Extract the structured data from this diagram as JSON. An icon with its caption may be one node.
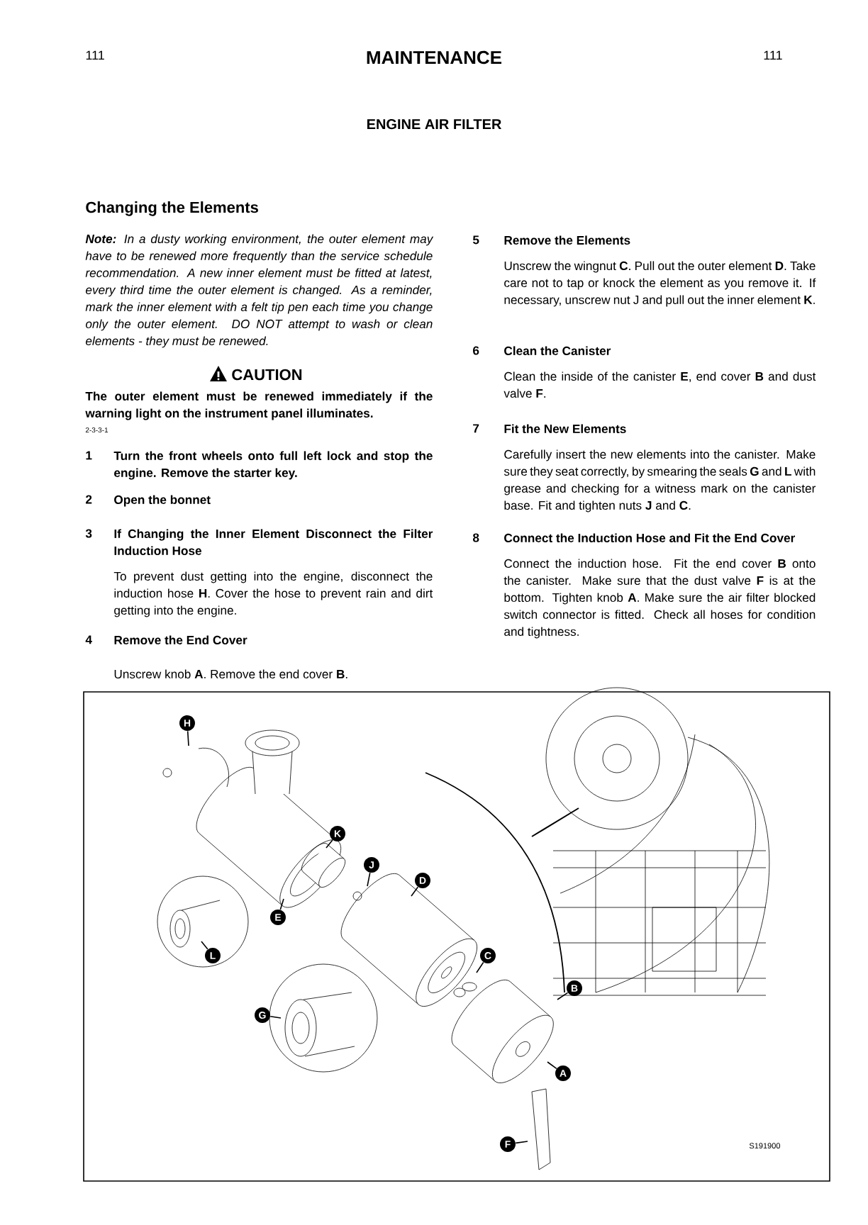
{
  "diagram": {
    "title": "MAINTENANCE",
    "nodes": [
      {
        "text": [
          "H"
        ]
      },
      {
        "text": [
          "K"
        ]
      },
      {
        "text": [
          "J"
        ]
      },
      {
        "text": [
          "D"
        ]
      },
      {
        "text": [
          "E"
        ]
      },
      {
        "text": [
          "L"
        ]
      },
      {
        "text": [
          "C"
        ]
      },
      {
        "text": [
          "B"
        ]
      },
      {
        "text": [
          "G"
        ]
      },
      {
        "text": [
          "A"
        ]
      },
      {
        "text": [
          "F"
        ]
      }
    ],
    "edges": [
      {
        "from": 0,
        "to": null,
        "arrow": "none"
      },
      {
        "from": 1,
        "to": null,
        "arrow": "none"
      },
      {
        "from": 2,
        "to": null,
        "arrow": "none"
      },
      {
        "from": 3,
        "to": null,
        "arrow": "none"
      },
      {
        "from": 4,
        "to": null,
        "arrow": "none"
      },
      {
        "from": 5,
        "to": null,
        "arrow": "none"
      },
      {
        "from": 6,
        "to": null,
        "arrow": "none"
      },
      {
        "from": 7,
        "to": null,
        "arrow": "none"
      },
      {
        "from": 8,
        "to": null,
        "arrow": "none"
      },
      {
        "from": 9,
        "to": null,
        "arrow": "none"
      },
      {
        "from": 10,
        "to": null,
        "arrow": "none"
      }
    ],
    "labels": [
      "111",
      "111",
      "ENGINE AIR FILTER",
      "Changing the Elements",
      "**Note:** In a dusty working environment, the outer element may have to be renewed more frequently than the service schedule recommendation. A new inner element must be fitted at latest, every third time the outer element is changed. As a reminder, mark the inner element with a felt tip pen each time you change only the outer element. DO NOT attempt to wash or clean elements - they must be renewed.",
      "CAUTION",
      "The outer element must be renewed immediately if the warning light on the instrument panel illuminates.",
      "2-3-3-1",
      "1",
      "Turn the front wheels onto full left lock and stop the engine. Remove the starter key.",
      "2",
      "Open the bonnet",
      "3",
      "If Changing the Inner Element Disconnect the Filter Induction Hose",
      "To prevent dust getting into the engine, disconnect the induction hose **H**. Cover the hose to prevent rain and dirt getting into the engine.",
      "4",
      "Remove the End Cover",
      "Unscrew knob **A**. Remove the end cover **B**.",
      "5",
      "Remove the Elements",
      "Unscrew the wingnut **C**. Pull out the outer element **D**. Take care not to tap or knock the element as you remove it. If necessary, unscrew nut J and pull out the inner element **K**.",
      "6",
      "Clean the Canister",
      "Clean the inside of the canister **E**, end cover **B** and dust valve **F**.",
      "7",
      "Fit the New Elements",
      "Carefully insert the new elements into the canister. Make sure they seat correctly, by smearing the seals **G** and **L** with grease and checking for a witness mark on the canister base. Fit and tighten nuts **J** and **C**.",
      "8",
      "Connect the Induction Hose and Fit the End Cover",
      "Connect the induction hose. Fit the end cover **B** onto the canister. Make sure that the dust valve **F** is at the bottom. Tighten knob **A**. Make sure the air filter blocked switch connector is fitted. Check all hoses for condition and tightness.",
      "S191900"
    ]
  }
}
